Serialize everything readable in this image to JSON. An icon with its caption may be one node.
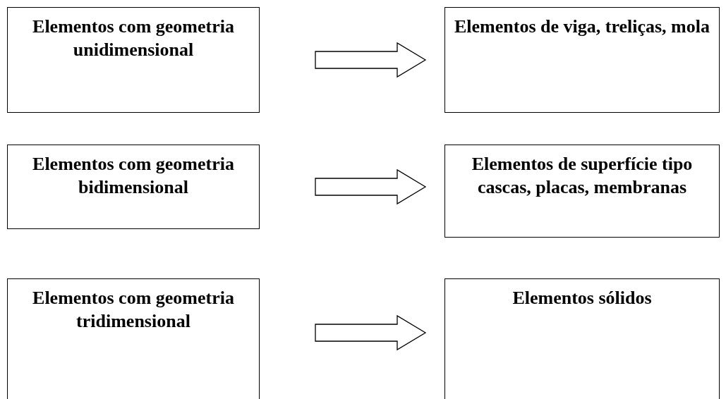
{
  "diagram": {
    "nodes": [
      {
        "text": [
          "Elementos com geometria unidimensional"
        ]
      },
      {
        "text": [
          "Elementos de viga, treliças, mola"
        ]
      },
      {
        "text": [
          "Elementos com geometria bidimensional"
        ]
      },
      {
        "text": [
          "Elementos de superfície tipo cascas, placas, membranas"
        ]
      },
      {
        "text": [
          "Elementos com geometria tridimensional"
        ]
      },
      {
        "text": [
          "Elementos sólidos"
        ]
      }
    ],
    "edges": [
      {
        "from": 0,
        "to": 1,
        "arrow": "to"
      },
      {
        "from": 2,
        "to": 3,
        "arrow": "to"
      },
      {
        "from": 4,
        "to": 5,
        "arrow": "to"
      }
    ]
  }
}
